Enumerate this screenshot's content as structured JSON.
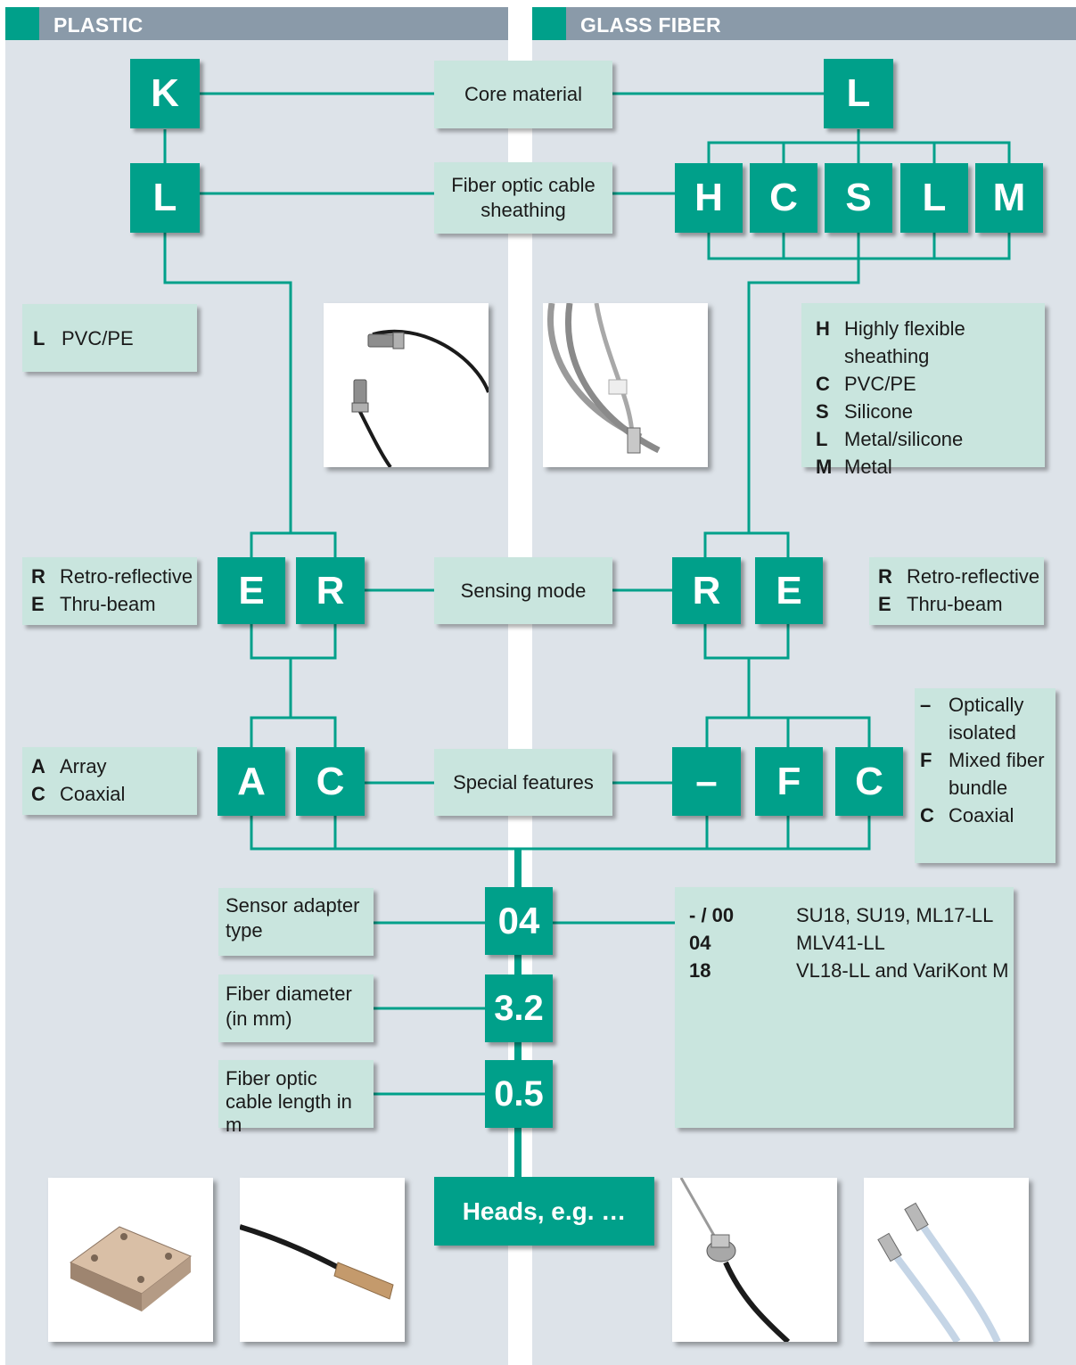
{
  "headers": {
    "plastic": "PLASTIC",
    "glass": "GLASS FIBER"
  },
  "labels": {
    "core_material": "Core material",
    "sheathing": "Fiber optic cable sheathing",
    "sensing_mode": "Sensing mode",
    "special_features": "Special features",
    "adapter": "Sensor adapter type",
    "diameter": "Fiber diameter (in mm)",
    "length": "Fiber optic cable length in m",
    "heads": "Heads, e.g. …"
  },
  "plastic": {
    "core": "K",
    "sheath": "L",
    "modes": [
      "E",
      "R"
    ],
    "features": [
      "A",
      "C"
    ],
    "sheath_legend": [
      {
        "k": "L",
        "v": "PVC/PE"
      }
    ],
    "mode_legend": [
      {
        "k": "R",
        "v": "Retro-reflective"
      },
      {
        "k": "E",
        "v": "Thru-beam"
      }
    ],
    "feature_legend": [
      {
        "k": "A",
        "v": "Array"
      },
      {
        "k": "C",
        "v": "Coaxial"
      }
    ]
  },
  "glass": {
    "core": "L",
    "sheaths": [
      "H",
      "C",
      "S",
      "L",
      "M"
    ],
    "modes": [
      "R",
      "E"
    ],
    "features": [
      "–",
      "F",
      "C"
    ],
    "sheath_legend": [
      {
        "k": "H",
        "v": "Highly flexible sheathing"
      },
      {
        "k": "C",
        "v": "PVC/PE"
      },
      {
        "k": "S",
        "v": "Silicone"
      },
      {
        "k": "L",
        "v": "Metal/silicone"
      },
      {
        "k": "M",
        "v": "Metal"
      }
    ],
    "mode_legend": [
      {
        "k": "R",
        "v": "Retro-reflective"
      },
      {
        "k": "E",
        "v": "Thru-beam"
      }
    ],
    "feature_legend": [
      {
        "k": "–",
        "v": "Optically isolated"
      },
      {
        "k": "F",
        "v": "Mixed fiber bundle"
      },
      {
        "k": "C",
        "v": "Coaxial"
      }
    ]
  },
  "shared": {
    "adapter": "04",
    "diameter": "3.2",
    "length": "0.5",
    "adapter_legend": [
      {
        "k": "- / 00",
        "v": "SU18, SU19, ML17-LL"
      },
      {
        "k": "04",
        "v": "MLV41-LL"
      },
      {
        "k": "18",
        "v": "VL18-LL and VariKont M"
      }
    ]
  }
}
